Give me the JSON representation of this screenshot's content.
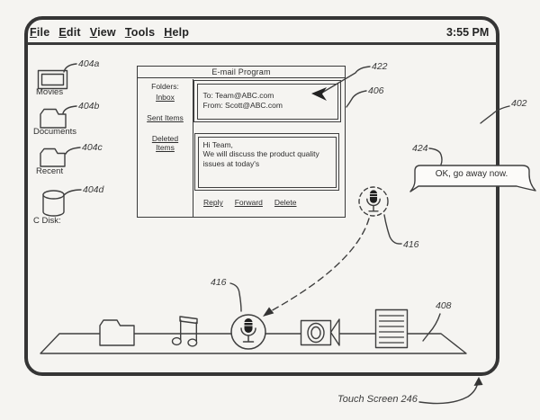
{
  "colors": {
    "background": "#f5f4f1",
    "screen_border": "#353535",
    "line_art": "#3f3f3f",
    "ink": "#2e2e2e",
    "mic_fill": "#1f1f1f"
  },
  "status_bar": {
    "time": "3:55 PM"
  },
  "menu_bar": {
    "items": [
      {
        "initial": "F",
        "rest": "ile"
      },
      {
        "initial": "E",
        "rest": "dit"
      },
      {
        "initial": "V",
        "rest": "iew"
      },
      {
        "initial": "T",
        "rest": "ools"
      },
      {
        "initial": "H",
        "rest": "elp"
      }
    ]
  },
  "desktop_icons": {
    "items": [
      {
        "label": "Movies",
        "ref": "404a",
        "icon": "movies-display-icon"
      },
      {
        "label": "Documents",
        "ref": "404b",
        "icon": "folder-icon"
      },
      {
        "label": "Recent",
        "ref": "404c",
        "icon": "folder-icon"
      },
      {
        "label": "C Disk:",
        "ref": "404d",
        "icon": "disk-cylinder-icon"
      }
    ]
  },
  "email_window": {
    "title": "E-mail Program",
    "ref": "406",
    "cursor_ref": "422",
    "folders_pane": {
      "heading": "Folders:",
      "links": [
        "Inbox",
        "Sent Items",
        "Deleted Items"
      ]
    },
    "message": {
      "to": "To: Team@ABC.com",
      "from": "From: Scott@ABC.com",
      "body": "Hi Team,\nWe will discuss the product quality\nissues at today's"
    },
    "actions": [
      "Reply",
      "Forward",
      "Delete"
    ]
  },
  "voice_bubble": {
    "text": "OK, go away now.",
    "ref": "424"
  },
  "mic_annotation": {
    "floating_ref": "416",
    "dock_ref": "416"
  },
  "dock": {
    "ref": "408",
    "icons": [
      "folder-icon",
      "music-note-icon",
      "microphone-icon",
      "video-camera-icon",
      "document-icon"
    ]
  },
  "figure_labels": {
    "screen_ref": "402",
    "touch_screen": "Touch Screen 246"
  }
}
